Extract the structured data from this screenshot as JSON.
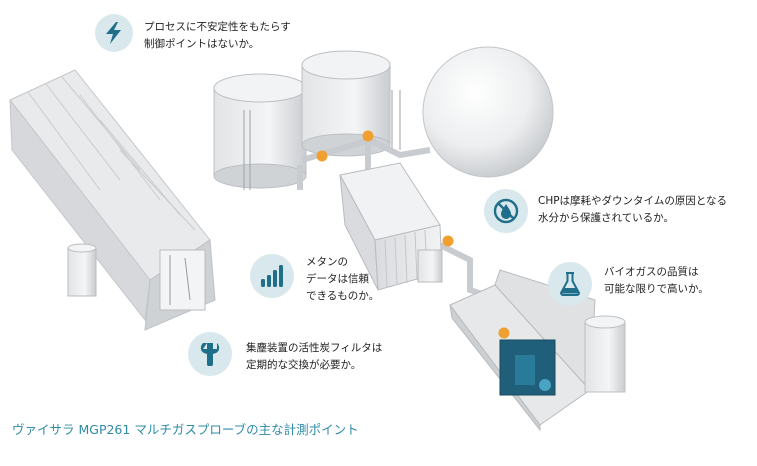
{
  "callouts": [
    {
      "id": "process",
      "icon": "lightning-bolt-icon",
      "lines": [
        "プロセスに不安定性をもたらす",
        "制御ポイントはないか。"
      ]
    },
    {
      "id": "chp",
      "icon": "no-water-drop-icon",
      "lines": [
        "CHPは摩耗やダウンタイムの原因となる",
        "水分から保護されているか。"
      ]
    },
    {
      "id": "methane",
      "icon": "signal-bars-icon",
      "lines": [
        "メタンの",
        "データは信頼",
        "できるものか。"
      ]
    },
    {
      "id": "biogas",
      "icon": "flask-icon",
      "lines": [
        "バイオガスの品質は",
        "可能な限りで高いか。"
      ]
    },
    {
      "id": "filter",
      "icon": "wrench-icon",
      "lines": [
        "集塵装置の活性炭フィルタは",
        "定期的な交換が必要か。"
      ]
    }
  ],
  "caption": "ヴァイサラ MGP261 マルチガスプローブの主な計測ポイント",
  "colors": {
    "icon_bg": "#d8e8ec",
    "icon_fg": "#1f6f8b",
    "caption": "#2e8ba8",
    "marker": "#f0a030"
  }
}
